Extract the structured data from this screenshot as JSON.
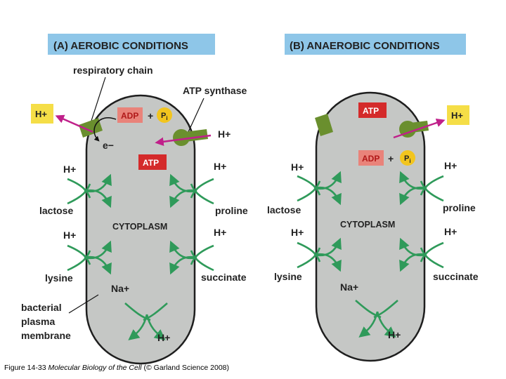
{
  "panels": {
    "a": {
      "header": "(A)  AEROBIC CONDITIONS"
    },
    "b": {
      "header": "(B)  ANAEROBIC CONDITIONS"
    }
  },
  "labels": {
    "respiratory_chain": "respiratory chain",
    "atp_synthase": "ATP synthase",
    "h_plus": "H+",
    "e_minus": "e−",
    "adp": "ADP",
    "atp": "ATP",
    "plus": "+",
    "pi": "P",
    "pi_sub": "i",
    "cytoplasm": "CYTOPLASM",
    "lactose": "lactose",
    "proline": "proline",
    "lysine": "lysine",
    "succinate": "succinate",
    "na_plus": "Na+",
    "bacterial_membrane": [
      "bacterial",
      "plasma",
      "membrane"
    ]
  },
  "caption": {
    "prefix": "Figure 14-33  ",
    "title": "Molecular Biology of the Cell",
    "suffix": " (© Garland Science 2008)"
  },
  "colors": {
    "header_bg": "#8ec6e8",
    "cell_fill": "#c5c7c5",
    "cell_stroke": "#1e1e1e",
    "transporter_green": "#2f9a5a",
    "complex_green": "#6a8f2e",
    "proton_box": "#f5de47",
    "arrow_magenta": "#c0208a",
    "adp_box": "#e9837a",
    "atp_box": "#d42a2a",
    "pi_ball": "#f2c51e"
  }
}
